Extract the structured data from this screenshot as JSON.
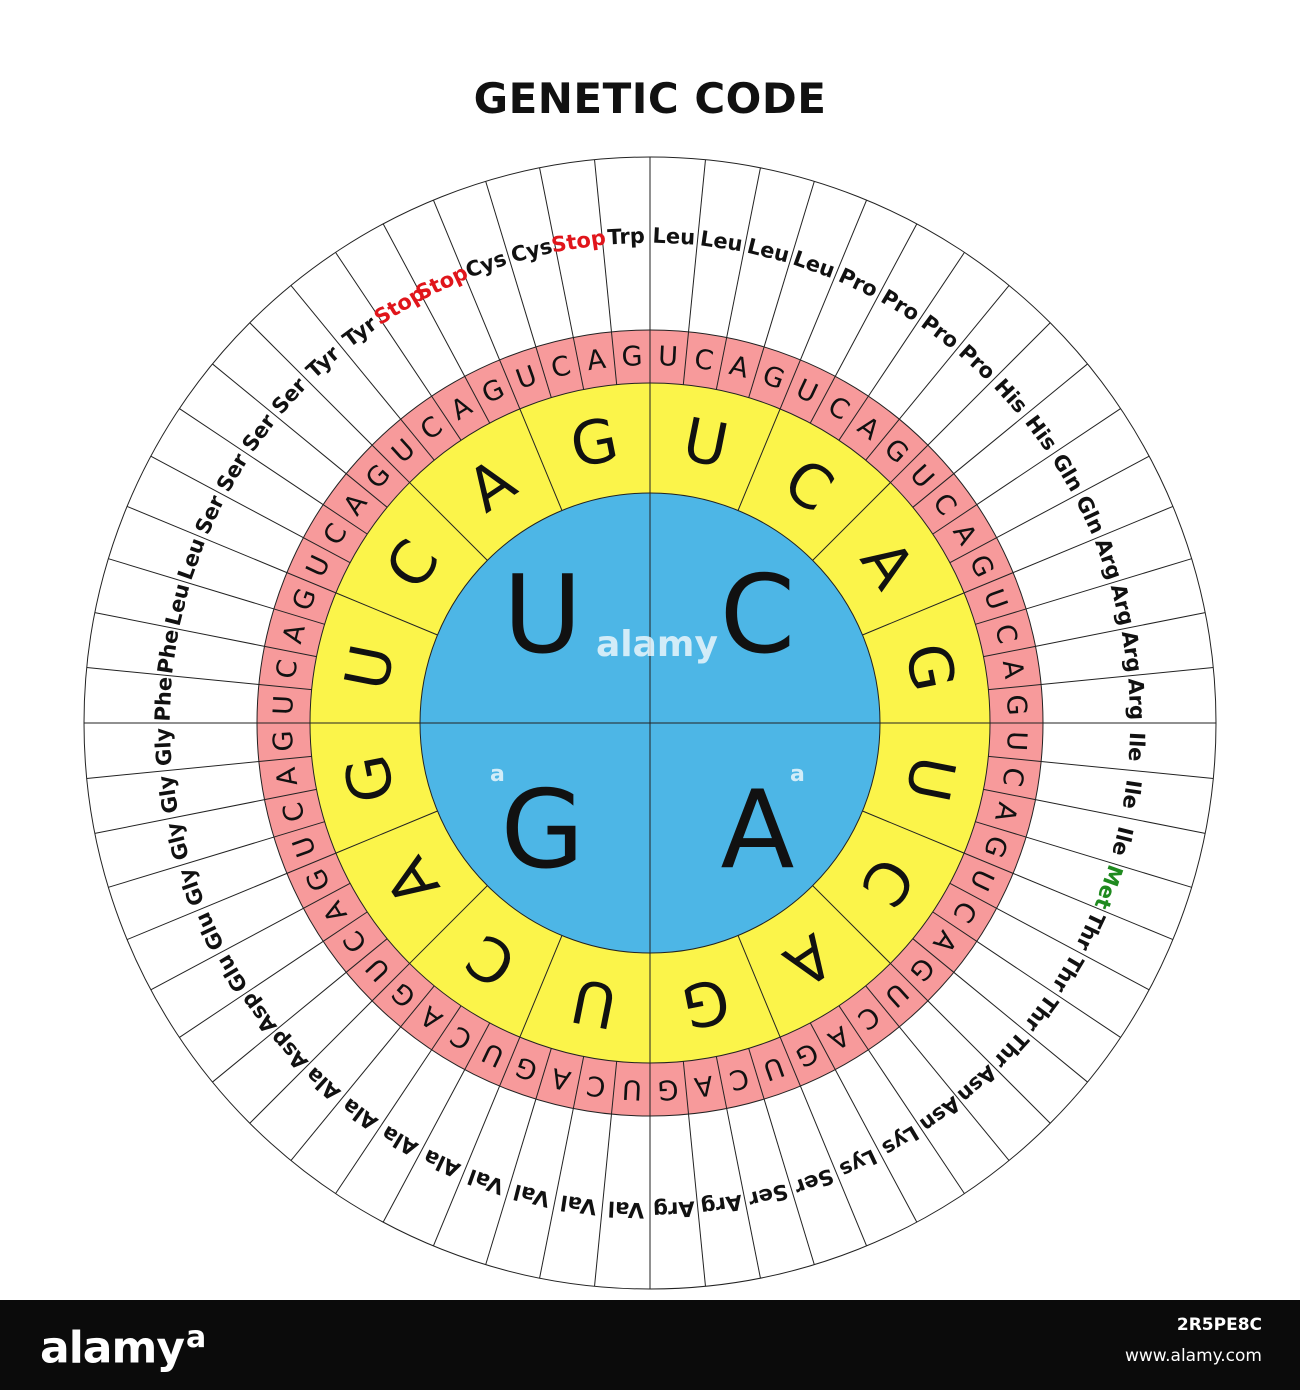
{
  "title": "GENETIC CODE",
  "colors": {
    "center": "#4db6e6",
    "ring2": "#fbf44a",
    "ring3": "#f79a9b",
    "ring4": "#ffffff",
    "stroke": "#222222",
    "stop": "#e0151b",
    "start": "#1f8a1f",
    "text": "#111111"
  },
  "first_base": [
    "U",
    "C",
    "A",
    "G"
  ],
  "second_base": [
    "U",
    "C",
    "A",
    "G",
    "U",
    "C",
    "A",
    "G",
    "U",
    "C",
    "A",
    "G",
    "U",
    "C",
    "A",
    "G"
  ],
  "third_base": [
    "U",
    "C",
    "A",
    "G",
    "U",
    "C",
    "A",
    "G",
    "U",
    "C",
    "A",
    "G",
    "U",
    "C",
    "A",
    "G",
    "U",
    "C",
    "A",
    "G",
    "U",
    "C",
    "A",
    "G",
    "U",
    "C",
    "A",
    "G",
    "U",
    "C",
    "A",
    "G",
    "U",
    "C",
    "A",
    "G",
    "U",
    "C",
    "A",
    "G",
    "U",
    "C",
    "A",
    "G",
    "U",
    "C",
    "A",
    "G",
    "U",
    "C",
    "A",
    "G",
    "U",
    "C",
    "A",
    "G",
    "U",
    "C",
    "A",
    "G",
    "U",
    "C",
    "A",
    "G"
  ],
  "amino_acids": [
    "Phe",
    "Phe",
    "Leu",
    "Leu",
    "Ser",
    "Ser",
    "Ser",
    "Ser",
    "Tyr",
    "Tyr",
    "Stop",
    "Stop",
    "Cys",
    "Cys",
    "Stop",
    "Trp",
    "Leu",
    "Leu",
    "Leu",
    "Leu",
    "Pro",
    "Pro",
    "Pro",
    "Pro",
    "His",
    "His",
    "Gln",
    "Gln",
    "Arg",
    "Arg",
    "Arg",
    "Arg",
    "Ile",
    "Ile",
    "Ile",
    "Met",
    "Thr",
    "Thr",
    "Thr",
    "Thr",
    "Asn",
    "Asn",
    "Lys",
    "Lys",
    "Ser",
    "Ser",
    "Arg",
    "Arg",
    "Val",
    "Val",
    "Val",
    "Val",
    "Ala",
    "Ala",
    "Ala",
    "Ala",
    "Asp",
    "Asp",
    "Glu",
    "Glu",
    "Gly",
    "Gly",
    "Gly",
    "Gly"
  ],
  "stop_label": "Stop",
  "start_label": "Met",
  "watermark": {
    "brand": "alamy",
    "mark": "a",
    "image_id": "2R5PE8C",
    "site": "www.alamy.com"
  }
}
